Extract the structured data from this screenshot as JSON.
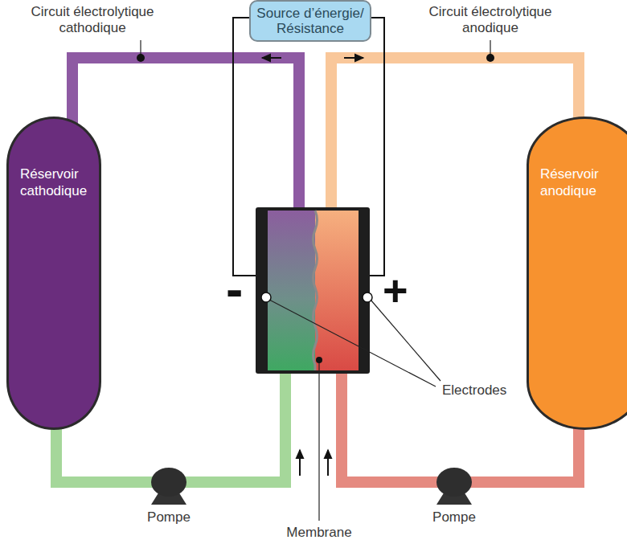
{
  "diagram": {
    "nodes": [
      {
        "text": [
          "Source d’énergie/ Résistance"
        ]
      },
      {
        "text": [
          "Réservoir cathodique"
        ]
      },
      {
        "text": [
          "Réservoir anodique"
        ]
      }
    ],
    "labels": [
      "Circuit électrolytique cathodique",
      "Circuit électrolytique anodique",
      "-",
      "+",
      "Electrodes",
      "Pompe",
      "Membrane",
      "Pompe"
    ]
  }
}
